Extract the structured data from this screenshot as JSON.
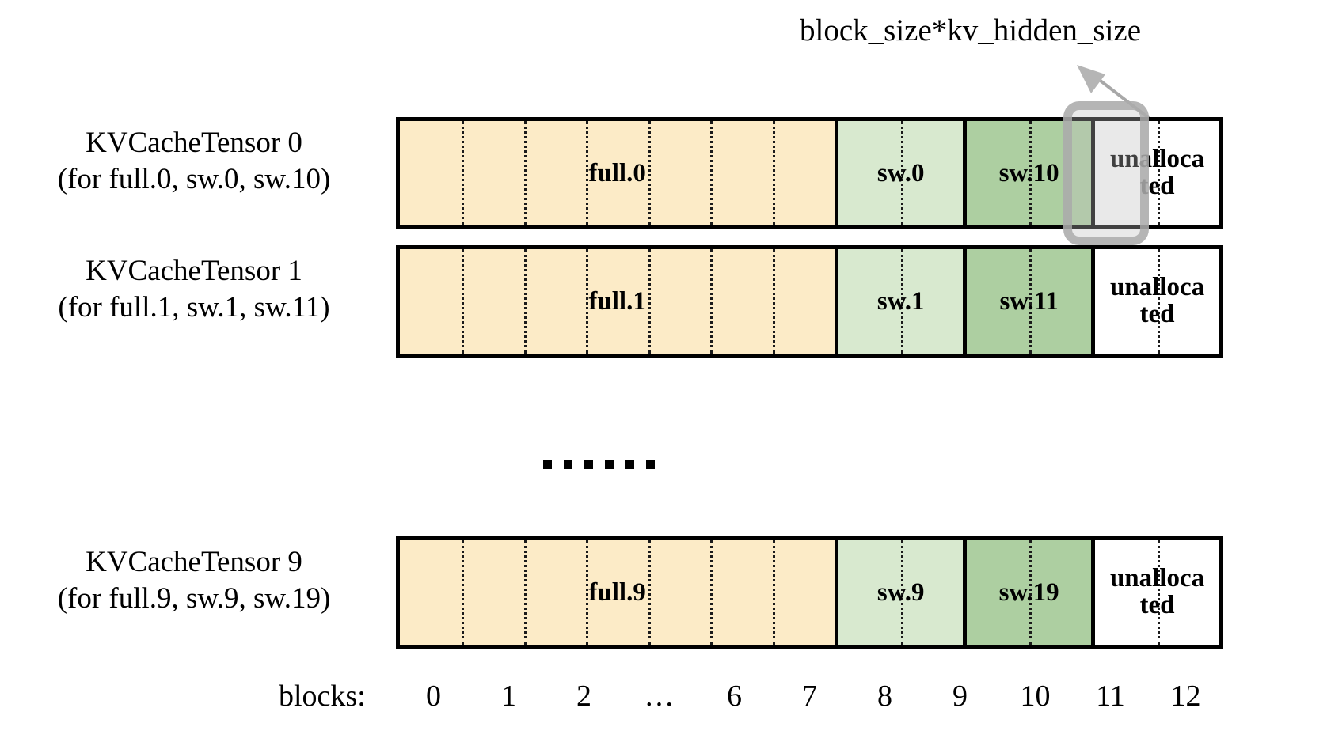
{
  "callout": {
    "text": "block_size*kv_hidden_size",
    "arrow_icon": "arrow-up-left-icon"
  },
  "rows": [
    {
      "label_line1": "KVCacheTensor 0",
      "label_line2": "(for full.0, sw.0, sw.10)",
      "segments": [
        {
          "name": "full",
          "label": "full.0",
          "blocks": 7,
          "color": "#FCEBC7"
        },
        {
          "name": "sw-light",
          "label": "sw.0",
          "blocks": 2,
          "color": "#D8E9CF"
        },
        {
          "name": "sw-dark",
          "label": "sw.10",
          "blocks": 2,
          "color": "#ADCFA1"
        },
        {
          "name": "unallocated",
          "label": "unalloca\nted",
          "blocks": 2,
          "color": "#FFFFFF"
        }
      ],
      "highlighted_block": 11
    },
    {
      "label_line1": "KVCacheTensor 1",
      "label_line2": "(for full.1, sw.1, sw.11)",
      "segments": [
        {
          "name": "full",
          "label": "full.1",
          "blocks": 7,
          "color": "#FCEBC7"
        },
        {
          "name": "sw-light",
          "label": "sw.1",
          "blocks": 2,
          "color": "#D8E9CF"
        },
        {
          "name": "sw-dark",
          "label": "sw.11",
          "blocks": 2,
          "color": "#ADCFA1"
        },
        {
          "name": "unallocated",
          "label": "unalloca\nted",
          "blocks": 2,
          "color": "#FFFFFF"
        }
      ],
      "highlighted_block": null
    },
    {
      "label_line1": "KVCacheTensor 9",
      "label_line2": "(for full.9, sw.9, sw.19)",
      "segments": [
        {
          "name": "full",
          "label": "full.9",
          "blocks": 7,
          "color": "#FCEBC7"
        },
        {
          "name": "sw-light",
          "label": "sw.9",
          "blocks": 2,
          "color": "#D8E9CF"
        },
        {
          "name": "sw-dark",
          "label": "sw.19",
          "blocks": 2,
          "color": "#ADCFA1"
        },
        {
          "name": "unallocated",
          "label": "unalloca\nted",
          "blocks": 2,
          "color": "#FFFFFF"
        }
      ],
      "highlighted_block": null
    }
  ],
  "ellipsis": {
    "dot_count": 6
  },
  "axis": {
    "title": "blocks:",
    "ticks": [
      "0",
      "1",
      "2",
      "…",
      "6",
      "7",
      "8",
      "9",
      "10",
      "11",
      "12"
    ]
  },
  "colors": {
    "full_attention": "#FCEBC7",
    "sliding_window_light": "#D8E9CF",
    "sliding_window_dark": "#ADCFA1",
    "unallocated": "#FFFFFF",
    "outline": "#000000",
    "highlight": "#AAAAAA"
  }
}
